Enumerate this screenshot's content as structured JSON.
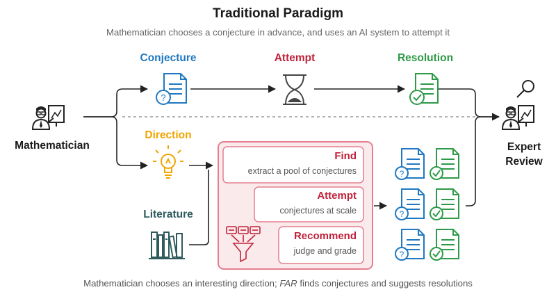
{
  "title": "Traditional Paradigm",
  "subtitle": "Mathematician chooses a conjecture in advance, and uses an AI system to attempt it",
  "footer": {
    "before": "Mathematician chooses an interesting direction; ",
    "em": "FAR",
    "after": " finds conjectures and suggests resolutions"
  },
  "actors": {
    "mathematician": "Mathematician",
    "expert_review": "Expert\nReview",
    "literature": "Literature"
  },
  "stages": {
    "conjecture": "Conjecture",
    "attempt": "Attempt",
    "resolution": "Resolution",
    "direction": "Direction"
  },
  "steps": [
    {
      "title": "Find",
      "desc": "extract a pool of conjectures"
    },
    {
      "title": "Attempt",
      "desc": "conjectures at scale"
    },
    {
      "title": "Recommend",
      "desc": "judge and grade"
    }
  ],
  "colors": {
    "blue": "#1f78c1",
    "red": "#c0223a",
    "green": "#2e9a48",
    "orange": "#f0a500",
    "teal": "#2f5b5e",
    "pink_fill": "#fbeaec",
    "pink_border": "#e47e8e"
  },
  "icons": {
    "mathematician": "teacher-at-board-icon",
    "expert": "teacher-at-board-icon",
    "magnifier": "magnifying-glass-icon",
    "conjecture": "document-question-icon",
    "attempt": "hourglass-icon",
    "resolution": "document-check-icon",
    "direction": "lightbulb-icon",
    "literature": "bookshelf-icon",
    "funnel": "filter-funnel-icon"
  }
}
